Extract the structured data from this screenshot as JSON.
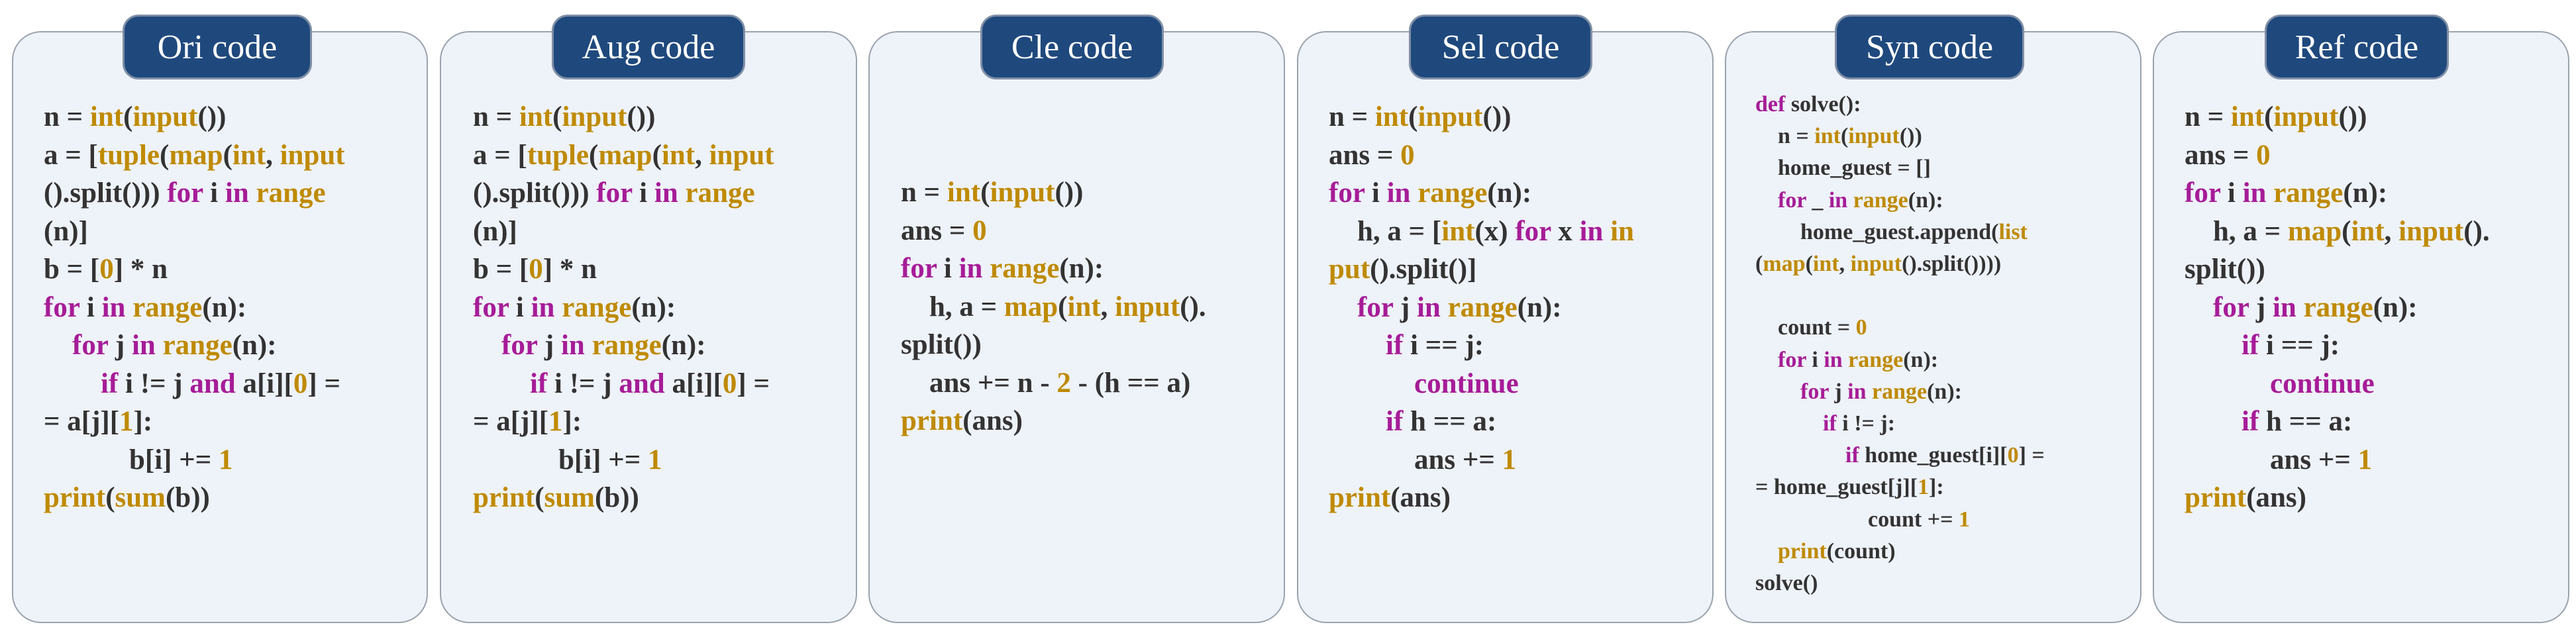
{
  "panels": [
    {
      "title": "Ori code",
      "lines": [
        [
          [
            "n = ",
            "id"
          ],
          [
            "int",
            "fn"
          ],
          [
            "(",
            "id"
          ],
          [
            "input",
            "fn"
          ],
          [
            "())",
            "id"
          ]
        ],
        [
          [
            "a = [",
            "id"
          ],
          [
            "tuple",
            "fn"
          ],
          [
            "(",
            "id"
          ],
          [
            "map",
            "fn"
          ],
          [
            "(",
            "id"
          ],
          [
            "int",
            "fn"
          ],
          [
            ", ",
            "id"
          ],
          [
            "input",
            "fn"
          ]
        ],
        [
          [
            "().split())) ",
            "id"
          ],
          [
            "for",
            "kw"
          ],
          [
            " i ",
            "id"
          ],
          [
            "in",
            "kw"
          ],
          [
            " ",
            "id"
          ],
          [
            "range",
            "fn"
          ]
        ],
        [
          [
            "(n)]",
            "id"
          ]
        ],
        [
          [
            "b = [",
            "id"
          ],
          [
            "0",
            "num"
          ],
          [
            "] * n",
            "id"
          ]
        ],
        [
          [
            "for",
            "kw"
          ],
          [
            " i ",
            "id"
          ],
          [
            "in",
            "kw"
          ],
          [
            " ",
            "id"
          ],
          [
            "range",
            "fn"
          ],
          [
            "(n):",
            "id"
          ]
        ],
        [
          [
            "    ",
            "id"
          ],
          [
            "for",
            "kw"
          ],
          [
            " j ",
            "id"
          ],
          [
            "in",
            "kw"
          ],
          [
            " ",
            "id"
          ],
          [
            "range",
            "fn"
          ],
          [
            "(n):",
            "id"
          ]
        ],
        [
          [
            "        ",
            "id"
          ],
          [
            "if",
            "kw"
          ],
          [
            " i != j ",
            "id"
          ],
          [
            "and",
            "kw"
          ],
          [
            " a[i][",
            "id"
          ],
          [
            "0",
            "num"
          ],
          [
            "] =",
            "id"
          ]
        ],
        [
          [
            "= a[j][",
            "id"
          ],
          [
            "1",
            "num"
          ],
          [
            "]:",
            "id"
          ]
        ],
        [
          [
            "            b[i] += ",
            "id"
          ],
          [
            "1",
            "num"
          ]
        ],
        [
          [
            "print",
            "fn"
          ],
          [
            "(",
            "id"
          ],
          [
            "sum",
            "fn"
          ],
          [
            "(b))",
            "id"
          ]
        ]
      ]
    },
    {
      "title": "Aug code",
      "lines": [
        [
          [
            "n = ",
            "id"
          ],
          [
            "int",
            "fn"
          ],
          [
            "(",
            "id"
          ],
          [
            "input",
            "fn"
          ],
          [
            "())",
            "id"
          ]
        ],
        [
          [
            "a = [",
            "id"
          ],
          [
            "tuple",
            "fn"
          ],
          [
            "(",
            "id"
          ],
          [
            "map",
            "fn"
          ],
          [
            "(",
            "id"
          ],
          [
            "int",
            "fn"
          ],
          [
            ", ",
            "id"
          ],
          [
            "input",
            "fn"
          ]
        ],
        [
          [
            "().split())) ",
            "id"
          ],
          [
            "for",
            "kw"
          ],
          [
            " i ",
            "id"
          ],
          [
            "in",
            "kw"
          ],
          [
            " ",
            "id"
          ],
          [
            "range",
            "fn"
          ]
        ],
        [
          [
            "(n)]",
            "id"
          ]
        ],
        [
          [
            "b = [",
            "id"
          ],
          [
            "0",
            "num"
          ],
          [
            "] * n",
            "id"
          ]
        ],
        [
          [
            "for",
            "kw"
          ],
          [
            " i ",
            "id"
          ],
          [
            "in",
            "kw"
          ],
          [
            " ",
            "id"
          ],
          [
            "range",
            "fn"
          ],
          [
            "(n):",
            "id"
          ]
        ],
        [
          [
            "    ",
            "id"
          ],
          [
            "for",
            "kw"
          ],
          [
            " j ",
            "id"
          ],
          [
            "in",
            "kw"
          ],
          [
            " ",
            "id"
          ],
          [
            "range",
            "fn"
          ],
          [
            "(n):",
            "id"
          ]
        ],
        [
          [
            "        ",
            "id"
          ],
          [
            "if",
            "kw"
          ],
          [
            " i != j ",
            "id"
          ],
          [
            "and",
            "kw"
          ],
          [
            " a[i][",
            "id"
          ],
          [
            "0",
            "num"
          ],
          [
            "] =",
            "id"
          ]
        ],
        [
          [
            "= a[j][",
            "id"
          ],
          [
            "1",
            "num"
          ],
          [
            "]:",
            "id"
          ]
        ],
        [
          [
            "            b[i] += ",
            "id"
          ],
          [
            "1",
            "num"
          ]
        ],
        [
          [
            "print",
            "fn"
          ],
          [
            "(",
            "id"
          ],
          [
            "sum",
            "fn"
          ],
          [
            "(b))",
            "id"
          ]
        ]
      ]
    },
    {
      "title": "Cle code",
      "lines": [
        [
          [
            "n = ",
            "id"
          ],
          [
            "int",
            "fn"
          ],
          [
            "(",
            "id"
          ],
          [
            "input",
            "fn"
          ],
          [
            "())",
            "id"
          ]
        ],
        [
          [
            "ans = ",
            "id"
          ],
          [
            "0",
            "num"
          ]
        ],
        [
          [
            "for",
            "kw"
          ],
          [
            " i ",
            "id"
          ],
          [
            "in",
            "kw"
          ],
          [
            " ",
            "id"
          ],
          [
            "range",
            "fn"
          ],
          [
            "(n):",
            "id"
          ]
        ],
        [
          [
            "    h, a = ",
            "id"
          ],
          [
            "map",
            "fn"
          ],
          [
            "(",
            "id"
          ],
          [
            "int",
            "fn"
          ],
          [
            ", ",
            "id"
          ],
          [
            "input",
            "fn"
          ],
          [
            "().",
            "id"
          ]
        ],
        [
          [
            "split())",
            "id"
          ]
        ],
        [
          [
            "    ans += n - ",
            "id"
          ],
          [
            "2",
            "num"
          ],
          [
            " - (h == a)",
            "id"
          ]
        ],
        [
          [
            "print",
            "fn"
          ],
          [
            "(ans)",
            "id"
          ]
        ]
      ]
    },
    {
      "title": "Sel code",
      "lines": [
        [
          [
            "n = ",
            "id"
          ],
          [
            "int",
            "fn"
          ],
          [
            "(",
            "id"
          ],
          [
            "input",
            "fn"
          ],
          [
            "())",
            "id"
          ]
        ],
        [
          [
            "ans = ",
            "id"
          ],
          [
            "0",
            "num"
          ]
        ],
        [
          [
            "for",
            "kw"
          ],
          [
            " i ",
            "id"
          ],
          [
            "in",
            "kw"
          ],
          [
            " ",
            "id"
          ],
          [
            "range",
            "fn"
          ],
          [
            "(n):",
            "id"
          ]
        ],
        [
          [
            "    h, a = [",
            "id"
          ],
          [
            "int",
            "fn"
          ],
          [
            "(x) ",
            "id"
          ],
          [
            "for",
            "kw"
          ],
          [
            " x ",
            "id"
          ],
          [
            "in",
            "kw"
          ],
          [
            " ",
            "id"
          ],
          [
            "in",
            "fn"
          ]
        ],
        [
          [
            "put",
            "fn"
          ],
          [
            "().split()]",
            "id"
          ]
        ],
        [
          [
            "    ",
            "id"
          ],
          [
            "for",
            "kw"
          ],
          [
            " j ",
            "id"
          ],
          [
            "in",
            "kw"
          ],
          [
            " ",
            "id"
          ],
          [
            "range",
            "fn"
          ],
          [
            "(n):",
            "id"
          ]
        ],
        [
          [
            "        ",
            "id"
          ],
          [
            "if",
            "kw"
          ],
          [
            " i == j:",
            "id"
          ]
        ],
        [
          [
            "            ",
            "id"
          ],
          [
            "continue",
            "kw"
          ]
        ],
        [
          [
            "        ",
            "id"
          ],
          [
            "if",
            "kw"
          ],
          [
            " h == a:",
            "id"
          ]
        ],
        [
          [
            "            ans += ",
            "id"
          ],
          [
            "1",
            "num"
          ]
        ],
        [
          [
            "print",
            "fn"
          ],
          [
            "(ans)",
            "id"
          ]
        ]
      ]
    },
    {
      "title": "Syn code",
      "lines": [
        [
          [
            "def",
            "kw"
          ],
          [
            " solve():",
            "id"
          ]
        ],
        [
          [
            "    n = ",
            "id"
          ],
          [
            "int",
            "fn"
          ],
          [
            "(",
            "id"
          ],
          [
            "input",
            "fn"
          ],
          [
            "())",
            "id"
          ]
        ],
        [
          [
            "    home_guest = []",
            "id"
          ]
        ],
        [
          [
            "    ",
            "id"
          ],
          [
            "for",
            "kw"
          ],
          [
            " _ ",
            "id"
          ],
          [
            "in",
            "kw"
          ],
          [
            " ",
            "id"
          ],
          [
            "range",
            "fn"
          ],
          [
            "(n):",
            "id"
          ]
        ],
        [
          [
            "        home_guest.append(",
            "id"
          ],
          [
            "list",
            "fn"
          ]
        ],
        [
          [
            "(",
            "id"
          ],
          [
            "map",
            "fn"
          ],
          [
            "(",
            "id"
          ],
          [
            "int",
            "fn"
          ],
          [
            ", ",
            "id"
          ],
          [
            "input",
            "fn"
          ],
          [
            "().split())))",
            "id"
          ]
        ],
        [
          [
            "",
            "id"
          ]
        ],
        [
          [
            "    count = ",
            "id"
          ],
          [
            "0",
            "num"
          ]
        ],
        [
          [
            "    ",
            "id"
          ],
          [
            "for",
            "kw"
          ],
          [
            " i ",
            "id"
          ],
          [
            "in",
            "kw"
          ],
          [
            " ",
            "id"
          ],
          [
            "range",
            "fn"
          ],
          [
            "(n):",
            "id"
          ]
        ],
        [
          [
            "        ",
            "id"
          ],
          [
            "for",
            "kw"
          ],
          [
            " j ",
            "id"
          ],
          [
            "in",
            "kw"
          ],
          [
            " ",
            "id"
          ],
          [
            "range",
            "fn"
          ],
          [
            "(n):",
            "id"
          ]
        ],
        [
          [
            "            ",
            "id"
          ],
          [
            "if",
            "kw"
          ],
          [
            " i != j:",
            "id"
          ]
        ],
        [
          [
            "                ",
            "id"
          ],
          [
            "if",
            "kw"
          ],
          [
            " home_guest[i][",
            "id"
          ],
          [
            "0",
            "num"
          ],
          [
            "] =",
            "id"
          ]
        ],
        [
          [
            "= home_guest[j][",
            "id"
          ],
          [
            "1",
            "num"
          ],
          [
            "]:",
            "id"
          ]
        ],
        [
          [
            "                    count += ",
            "id"
          ],
          [
            "1",
            "num"
          ]
        ],
        [
          [
            "    ",
            "id"
          ],
          [
            "print",
            "fn"
          ],
          [
            "(count)",
            "id"
          ]
        ],
        [
          [
            "solve()",
            "id"
          ]
        ]
      ]
    },
    {
      "title": "Ref code",
      "lines": [
        [
          [
            "n = ",
            "id"
          ],
          [
            "int",
            "fn"
          ],
          [
            "(",
            "id"
          ],
          [
            "input",
            "fn"
          ],
          [
            "())",
            "id"
          ]
        ],
        [
          [
            "ans = ",
            "id"
          ],
          [
            "0",
            "num"
          ]
        ],
        [
          [
            "for",
            "kw"
          ],
          [
            " i ",
            "id"
          ],
          [
            "in",
            "kw"
          ],
          [
            " ",
            "id"
          ],
          [
            "range",
            "fn"
          ],
          [
            "(n):",
            "id"
          ]
        ],
        [
          [
            "    h, a = ",
            "id"
          ],
          [
            "map",
            "fn"
          ],
          [
            "(",
            "id"
          ],
          [
            "int",
            "fn"
          ],
          [
            ", ",
            "id"
          ],
          [
            "input",
            "fn"
          ],
          [
            "().",
            "id"
          ]
        ],
        [
          [
            "split())",
            "id"
          ]
        ],
        [
          [
            "    ",
            "id"
          ],
          [
            "for",
            "kw"
          ],
          [
            " j ",
            "id"
          ],
          [
            "in",
            "kw"
          ],
          [
            " ",
            "id"
          ],
          [
            "range",
            "fn"
          ],
          [
            "(n):",
            "id"
          ]
        ],
        [
          [
            "        ",
            "id"
          ],
          [
            "if",
            "kw"
          ],
          [
            " i == j:",
            "id"
          ]
        ],
        [
          [
            "            ",
            "id"
          ],
          [
            "continue",
            "kw"
          ]
        ],
        [
          [
            "        ",
            "id"
          ],
          [
            "if",
            "kw"
          ],
          [
            " h == a:",
            "id"
          ]
        ],
        [
          [
            "            ans += ",
            "id"
          ],
          [
            "1",
            "num"
          ]
        ],
        [
          [
            "print",
            "fn"
          ],
          [
            "(ans)",
            "id"
          ]
        ]
      ]
    }
  ],
  "colors": {
    "panel_fill": "#eef2f9",
    "panel_border": "#9aa3ad",
    "header_fill": "#1f497d",
    "header_text": "#ffffff",
    "keyword": "#a61c97",
    "builtin_function": "#bf8a00",
    "number": "#bf8a00",
    "identifier": "#333333"
  }
}
